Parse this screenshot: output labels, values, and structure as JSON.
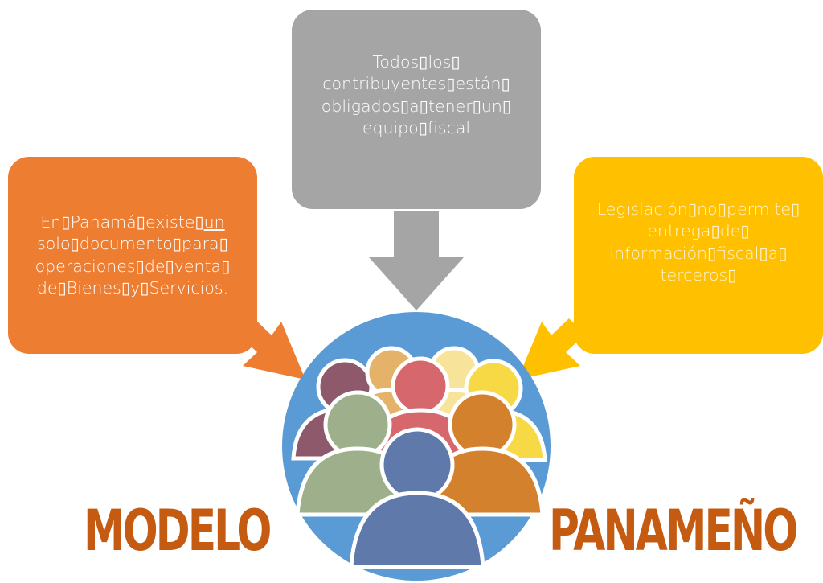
{
  "boxes": {
    "left": {
      "text_before": "En▯Panamá▯existe▯",
      "text_underlined": "un",
      "text_after": "\nsolo▯documento▯para▯\noperaciones▯de▯venta▯\nde▯Bienes▯y▯Servicios.",
      "color": "#ed7d31"
    },
    "center": {
      "text": "Todos▯los▯\ncontribuyentes▯están▯\nobligados▯a▯tener▯un▯\nequipo▯fiscal",
      "color": "#a5a5a5"
    },
    "right": {
      "text": "Legislación▯no▯permite▯\nentrega▯de▯\ninformación▯fiscal▯a▯\nterceros▯",
      "color": "#ffc000"
    }
  },
  "labels": {
    "left": "MODELO",
    "right": "PANAMEÑO",
    "color": "#c55a11"
  },
  "center_icon": "people-group-icon",
  "colors": {
    "circle_fill": "#5b9bd5",
    "circle_border": "#ffffff"
  }
}
